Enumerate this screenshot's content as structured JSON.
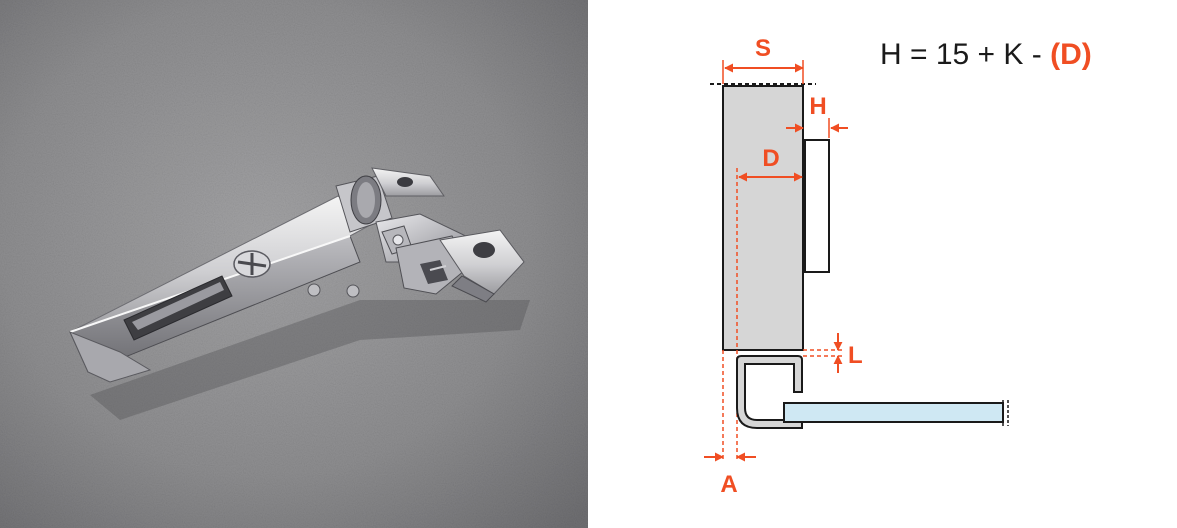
{
  "colors": {
    "accent": "#f04e23",
    "photo_background": "#8d8d8f",
    "panel_fill": "#d6d6d6",
    "outline": "#1a1a1a",
    "glass": "#cfe8f3",
    "background": "#ffffff"
  },
  "photo": {
    "subject": "concealed-hinge-photo"
  },
  "diagram": {
    "formula": {
      "prefix": "H = 15 + K - ",
      "highlight": "(D)"
    },
    "labels": {
      "s": "S",
      "h": "H",
      "d": "D",
      "l": "L",
      "a": "A"
    }
  }
}
